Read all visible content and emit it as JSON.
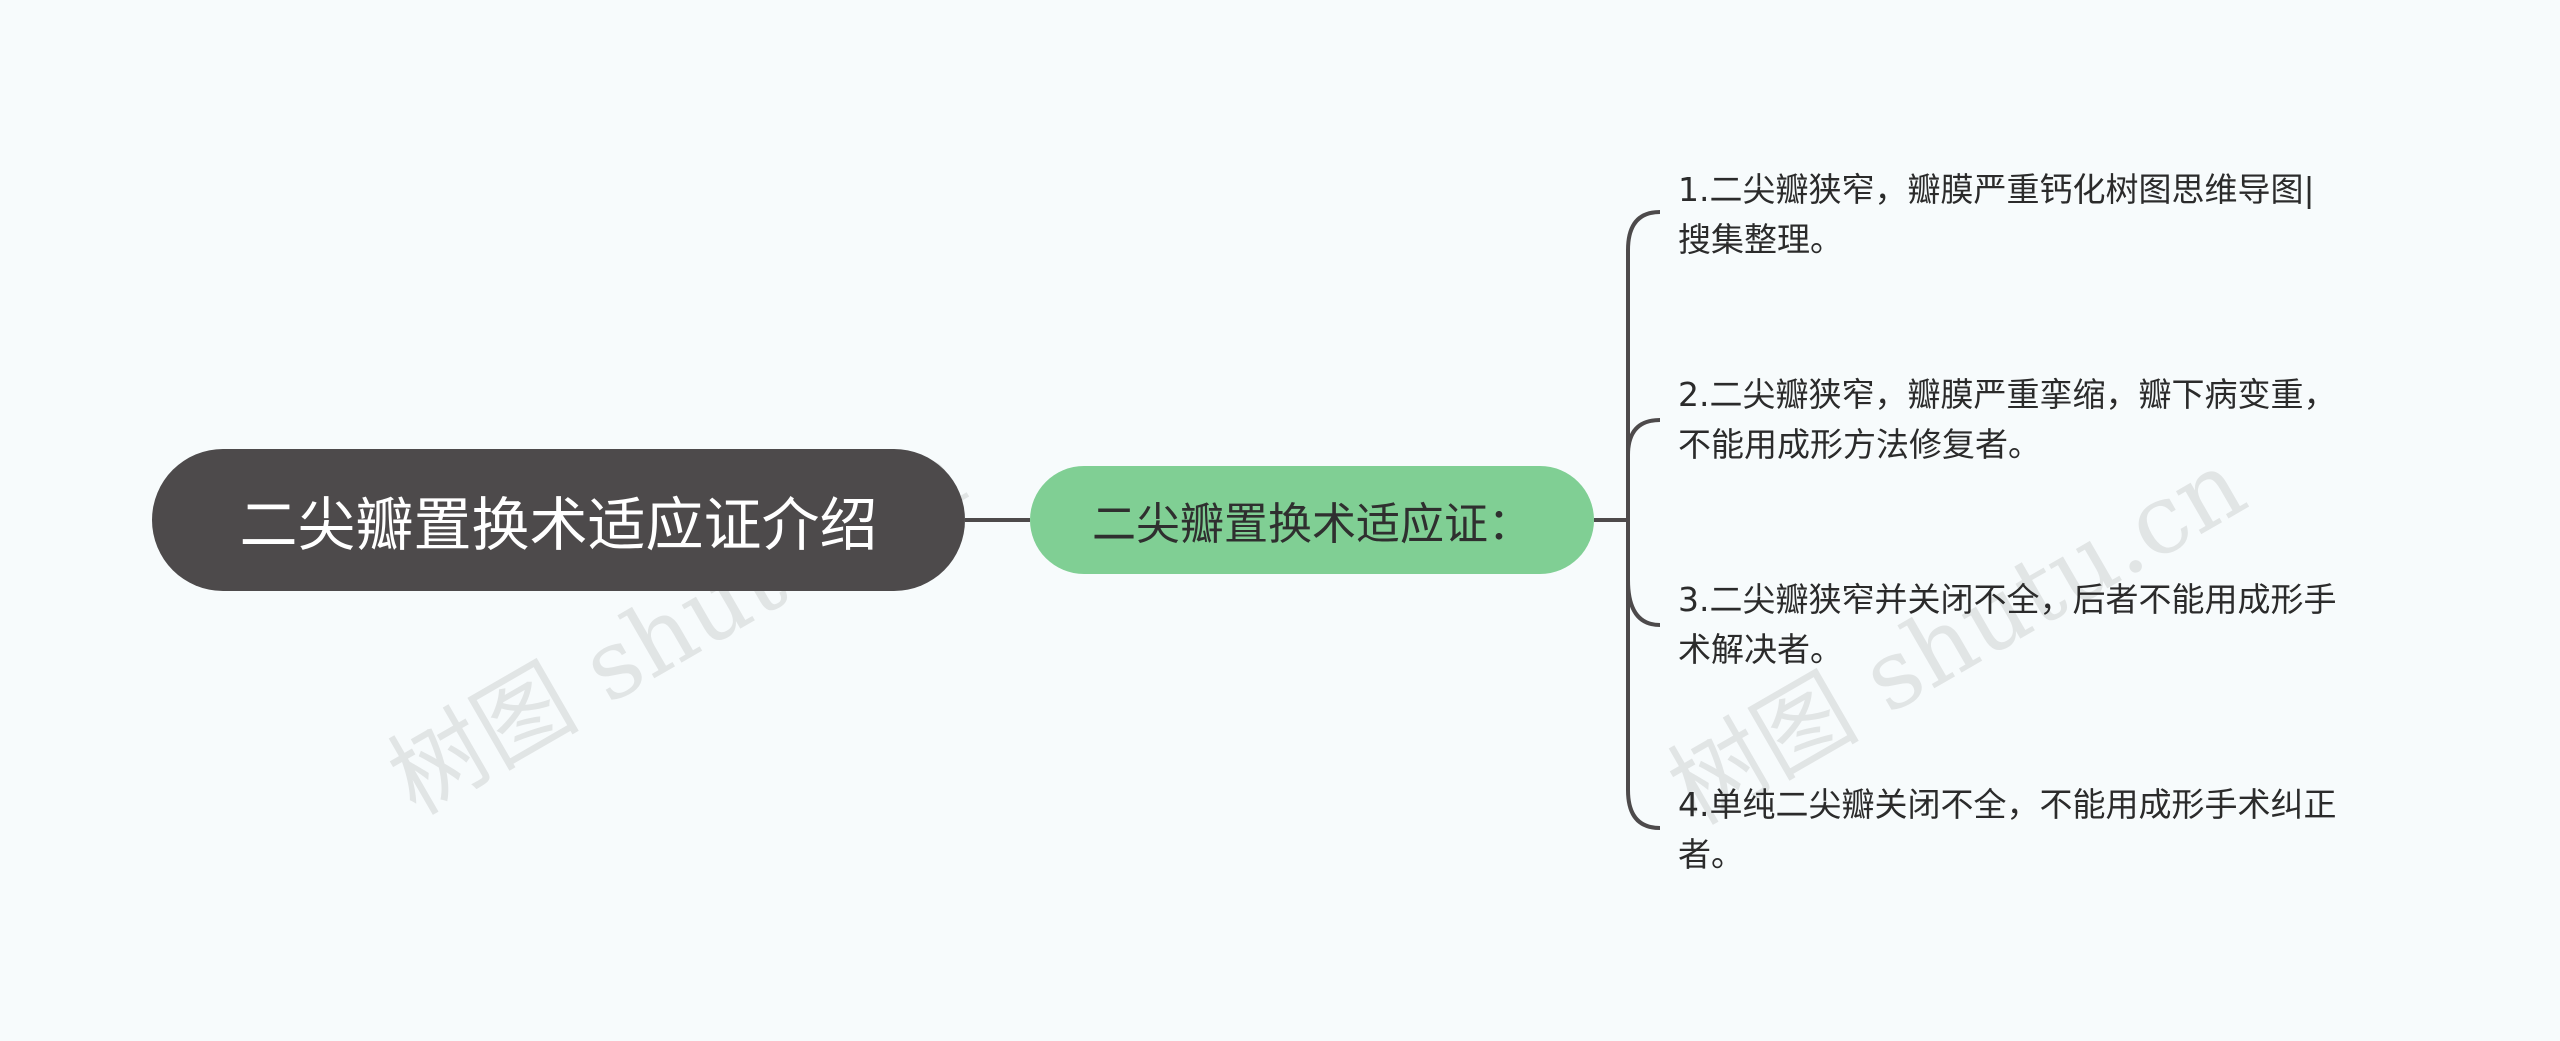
{
  "root": {
    "label": "二尖瓣置换术适应证介绍"
  },
  "branch": {
    "label": "二尖瓣置换术适应证："
  },
  "leaves": [
    {
      "text": "1.二尖瓣狭窄，瓣膜严重钙化树图思维导图|\n搜集整理。"
    },
    {
      "text": "2.二尖瓣狭窄，瓣膜严重挛缩，瓣下病变重，\n不能用成形方法修复者。"
    },
    {
      "text": "3.二尖瓣狭窄并关闭不全，后者不能用成形手\n术解决者。"
    },
    {
      "text": "4.单纯二尖瓣关闭不全，不能用成形手术纠正\n者。"
    }
  ],
  "watermark": {
    "text": "树图 shutu.cn"
  },
  "colors": {
    "background": "#f7fbfc",
    "root_fill": "#4d4a4b",
    "branch_fill": "#80cf94",
    "connector": "#4d4a4b"
  }
}
